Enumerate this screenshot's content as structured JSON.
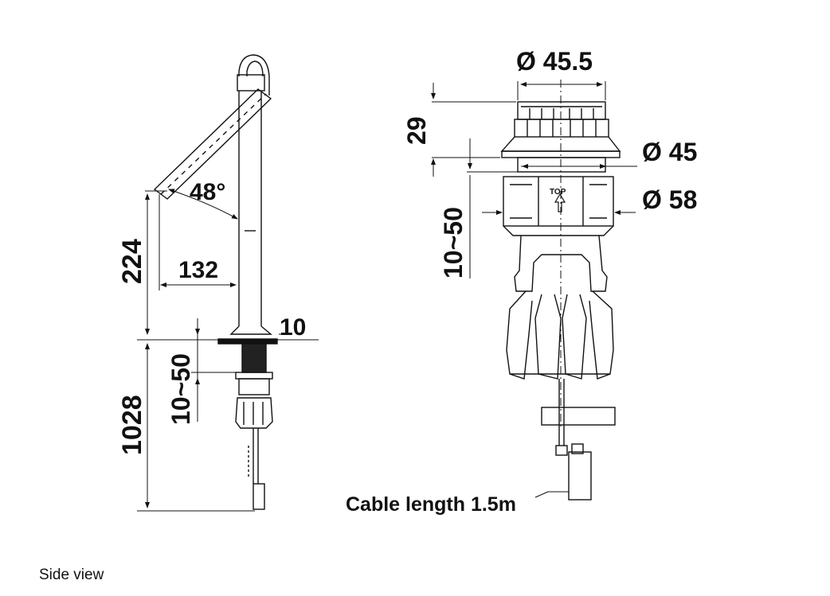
{
  "side_view": {
    "angle_label": "48°",
    "height_label": "224",
    "reach_label": "132",
    "base_label": "10",
    "deck_label": "10~50",
    "hose_label": "1028"
  },
  "detail_view": {
    "top_diameter_label": "Ø 45.5",
    "height_label": "29",
    "mid_diameter_label": "Ø 45",
    "body_diameter_label": "Ø 58",
    "deck_label": "10~50",
    "top_mark": "TOP",
    "cable_label": "Cable length 1.5m"
  },
  "caption": "Side view"
}
